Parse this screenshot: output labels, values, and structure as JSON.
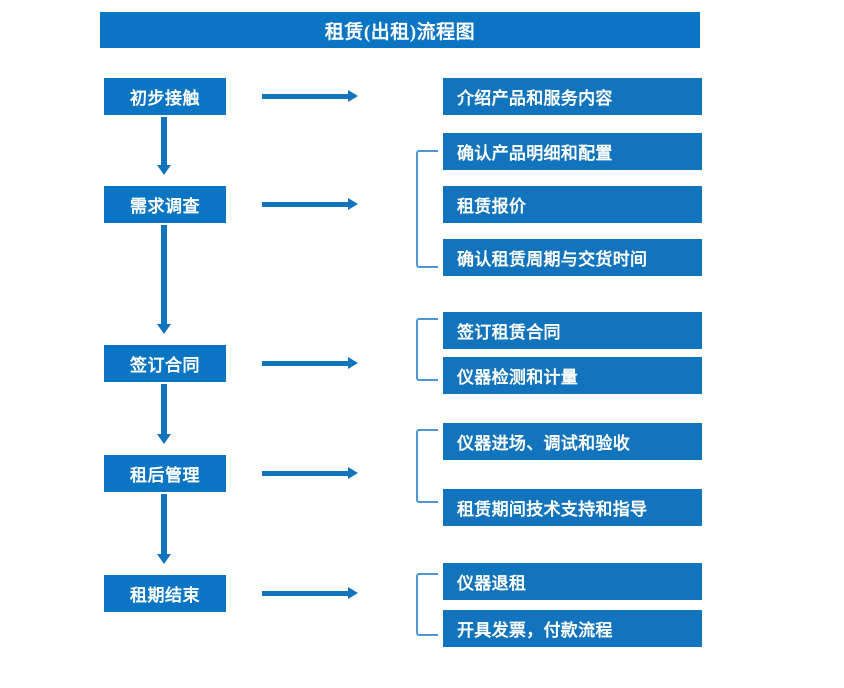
{
  "title": {
    "text": "租赁(出租)流程图"
  },
  "colors": {
    "header_blue": "#0A75C2",
    "box_blue": "#1274BC",
    "bracket_blue": "#4E96D4",
    "text_white": "#FFFFFF",
    "background": "#FFFFFF"
  },
  "stages": [
    {
      "id": "initial-contact",
      "label": "初步接触"
    },
    {
      "id": "needs-survey",
      "label": "需求调查"
    },
    {
      "id": "sign-contract",
      "label": "签订合同"
    },
    {
      "id": "post-rental-management",
      "label": "租后管理"
    },
    {
      "id": "rental-period-end",
      "label": "租期结束"
    }
  ],
  "details": [
    {
      "id": "introduce-products",
      "label": "介绍产品和服务内容"
    },
    {
      "id": "confirm-product-details",
      "label": "确认产品明细和配置"
    },
    {
      "id": "rental-quotation",
      "label": "租赁报价"
    },
    {
      "id": "confirm-rental-period",
      "label": "确认租赁周期与交货时间"
    },
    {
      "id": "sign-rental-contract",
      "label": "签订租赁合同"
    },
    {
      "id": "instrument-inspection",
      "label": "仪器检测和计量"
    },
    {
      "id": "instrument-entry",
      "label": "仪器进场、调试和验收"
    },
    {
      "id": "technical-support",
      "label": "租赁期间技术支持和指导"
    },
    {
      "id": "instrument-return",
      "label": "仪器退租"
    },
    {
      "id": "invoice-payment",
      "label": "开具发票，付款流程"
    }
  ]
}
